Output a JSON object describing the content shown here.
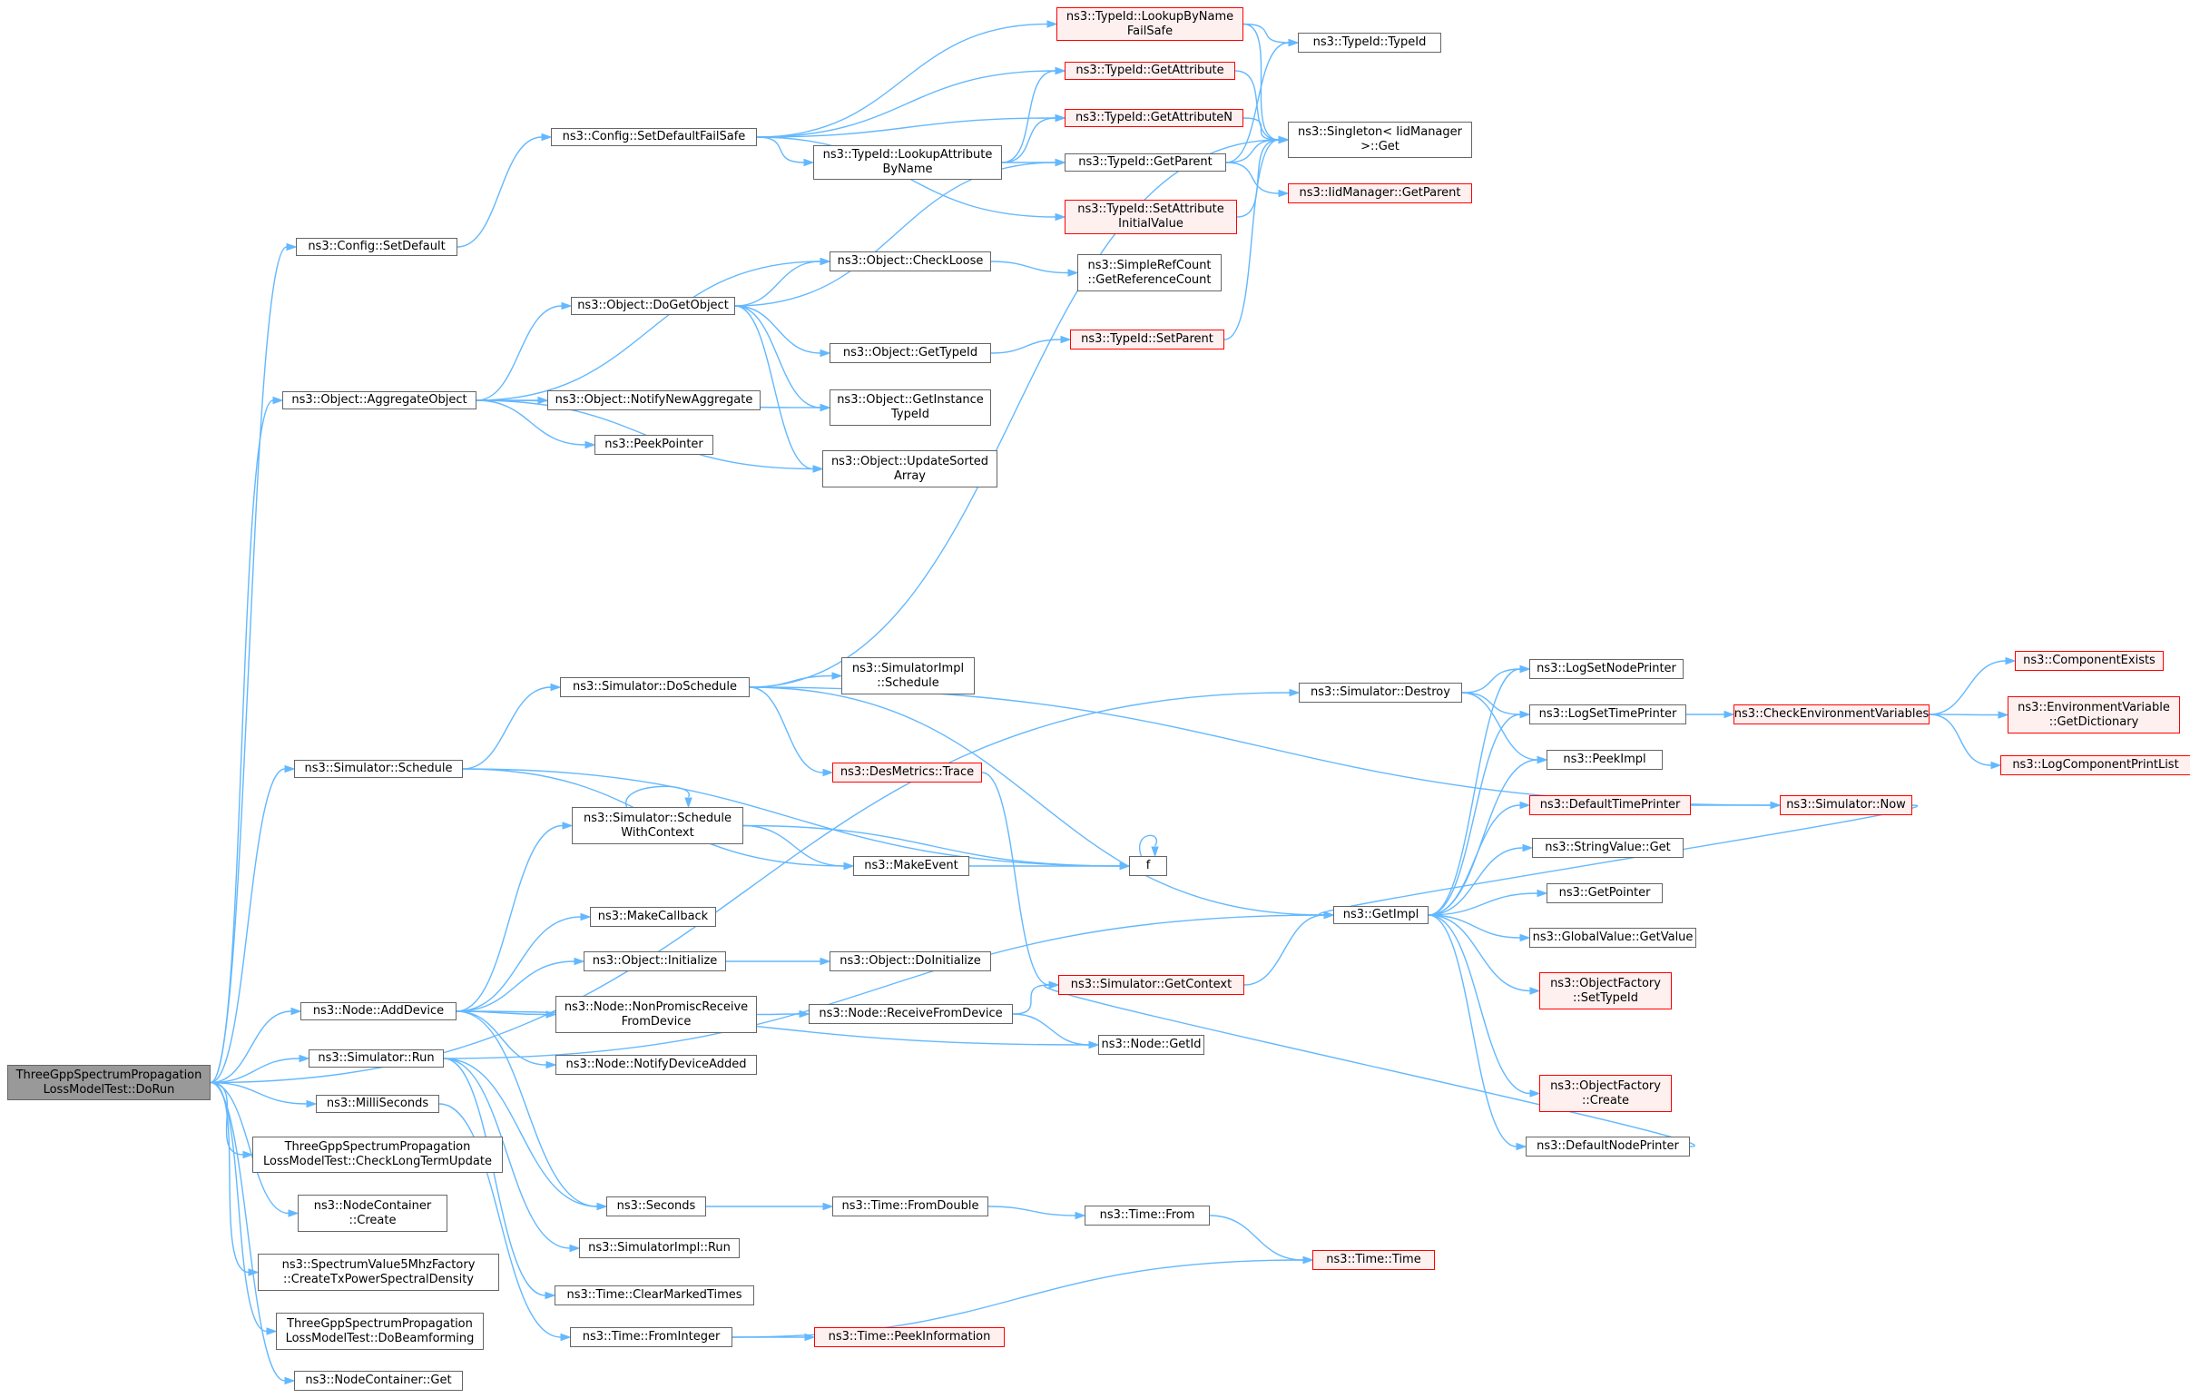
{
  "graph": {
    "edge_color": "#63b8ff",
    "box_border_color": "#666666",
    "red_border_color": "#ff0000",
    "red_fill_color": "#fff0f0",
    "root_fill_color": "#999999",
    "nodes": [
      {
        "id": "dorun",
        "lines": [
          "ThreeGppSpectrumPropagation",
          "LossModelTest::DoRun"
        ],
        "style": "root"
      },
      {
        "id": "cfg_setdefault",
        "lines": [
          "ns3::Config::SetDefault"
        ],
        "style": "normal"
      },
      {
        "id": "cfg_setdefaultfs",
        "lines": [
          "ns3::Config::SetDefaultFailSafe"
        ],
        "style": "normal"
      },
      {
        "id": "tid_lookupbynamefs",
        "lines": [
          "ns3::TypeId::LookupByName",
          "FailSafe"
        ],
        "style": "red"
      },
      {
        "id": "tid_typeid",
        "lines": [
          "ns3::TypeId::TypeId"
        ],
        "style": "normal"
      },
      {
        "id": "tid_getattribute",
        "lines": [
          "ns3::TypeId::GetAttribute"
        ],
        "style": "red"
      },
      {
        "id": "tid_getattributen",
        "lines": [
          "ns3::TypeId::GetAttributeN"
        ],
        "style": "red"
      },
      {
        "id": "singleton_get",
        "lines": [
          "ns3::Singleton< IidManager",
          ">::Get"
        ],
        "style": "normal"
      },
      {
        "id": "tid_lookupattr",
        "lines": [
          "ns3::TypeId::LookupAttribute",
          "ByName"
        ],
        "style": "normal"
      },
      {
        "id": "tid_getparent",
        "lines": [
          "ns3::TypeId::GetParent"
        ],
        "style": "normal"
      },
      {
        "id": "iid_getparent",
        "lines": [
          "ns3::IidManager::GetParent"
        ],
        "style": "red"
      },
      {
        "id": "tid_setattrinit",
        "lines": [
          "ns3::TypeId::SetAttribute",
          "InitialValue"
        ],
        "style": "red"
      },
      {
        "id": "obj_checkloose",
        "lines": [
          "ns3::Object::CheckLoose"
        ],
        "style": "normal"
      },
      {
        "id": "simplerefcount",
        "lines": [
          "ns3::SimpleRefCount",
          "::GetReferenceCount"
        ],
        "style": "normal"
      },
      {
        "id": "obj_dogetobject",
        "lines": [
          "ns3::Object::DoGetObject"
        ],
        "style": "normal"
      },
      {
        "id": "obj_gettypeid",
        "lines": [
          "ns3::Object::GetTypeId"
        ],
        "style": "normal"
      },
      {
        "id": "tid_setparent",
        "lines": [
          "ns3::TypeId::SetParent"
        ],
        "style": "red"
      },
      {
        "id": "obj_aggregate",
        "lines": [
          "ns3::Object::AggregateObject"
        ],
        "style": "normal"
      },
      {
        "id": "obj_notifynewagg",
        "lines": [
          "ns3::Object::NotifyNewAggregate"
        ],
        "style": "normal"
      },
      {
        "id": "obj_getinstance",
        "lines": [
          "ns3::Object::GetInstance",
          "TypeId"
        ],
        "style": "normal"
      },
      {
        "id": "peekpointer",
        "lines": [
          "ns3::PeekPointer"
        ],
        "style": "normal"
      },
      {
        "id": "obj_updatesorted",
        "lines": [
          "ns3::Object::UpdateSorted",
          "Array"
        ],
        "style": "normal"
      },
      {
        "id": "sim_doschedule",
        "lines": [
          "ns3::Simulator::DoSchedule"
        ],
        "style": "normal"
      },
      {
        "id": "simimpl_schedule",
        "lines": [
          "ns3::SimulatorImpl",
          "::Schedule"
        ],
        "style": "normal"
      },
      {
        "id": "sim_destroy",
        "lines": [
          "ns3::Simulator::Destroy"
        ],
        "style": "normal"
      },
      {
        "id": "logsetnodeprinter",
        "lines": [
          "ns3::LogSetNodePrinter"
        ],
        "style": "normal"
      },
      {
        "id": "logsettimeprinter",
        "lines": [
          "ns3::LogSetTimePrinter"
        ],
        "style": "normal"
      },
      {
        "id": "checkenv",
        "lines": [
          "ns3::CheckEnvironmentVariables"
        ],
        "style": "red"
      },
      {
        "id": "componentexists",
        "lines": [
          "ns3::ComponentExists"
        ],
        "style": "red"
      },
      {
        "id": "envvar_getdict",
        "lines": [
          "ns3::EnvironmentVariable",
          "::GetDictionary"
        ],
        "style": "red"
      },
      {
        "id": "logcomponentprintlist",
        "lines": [
          "ns3::LogComponentPrintList"
        ],
        "style": "red"
      },
      {
        "id": "sim_schedule",
        "lines": [
          "ns3::Simulator::Schedule"
        ],
        "style": "normal"
      },
      {
        "id": "desmetrics_trace",
        "lines": [
          "ns3::DesMetrics::Trace"
        ],
        "style": "red"
      },
      {
        "id": "peekimpl",
        "lines": [
          "ns3::PeekImpl"
        ],
        "style": "normal"
      },
      {
        "id": "defaulttimeprinter",
        "lines": [
          "ns3::DefaultTimePrinter"
        ],
        "style": "red"
      },
      {
        "id": "sim_now",
        "lines": [
          "ns3::Simulator::Now"
        ],
        "style": "red"
      },
      {
        "id": "sim_schedwithctx",
        "lines": [
          "ns3::Simulator::Schedule",
          "WithContext"
        ],
        "style": "normal"
      },
      {
        "id": "makeevent",
        "lines": [
          "ns3::MakeEvent"
        ],
        "style": "normal"
      },
      {
        "id": "f",
        "lines": [
          "f"
        ],
        "style": "normal"
      },
      {
        "id": "stringvalue_get",
        "lines": [
          "ns3::StringValue::Get"
        ],
        "style": "normal"
      },
      {
        "id": "getpointer",
        "lines": [
          "ns3::GetPointer"
        ],
        "style": "normal"
      },
      {
        "id": "getimpl",
        "lines": [
          "ns3::GetImpl"
        ],
        "style": "normal"
      },
      {
        "id": "makecallback",
        "lines": [
          "ns3::MakeCallback"
        ],
        "style": "normal"
      },
      {
        "id": "globalvalue_getvalue",
        "lines": [
          "ns3::GlobalValue::GetValue"
        ],
        "style": "normal"
      },
      {
        "id": "obj_initialize",
        "lines": [
          "ns3::Object::Initialize"
        ],
        "style": "normal"
      },
      {
        "id": "obj_doinitialize",
        "lines": [
          "ns3::Object::DoInitialize"
        ],
        "style": "normal"
      },
      {
        "id": "sim_getcontext",
        "lines": [
          "ns3::Simulator::GetContext"
        ],
        "style": "red"
      },
      {
        "id": "objfactory_settypeid",
        "lines": [
          "ns3::ObjectFactory",
          "::SetTypeId"
        ],
        "style": "red"
      },
      {
        "id": "node_adddevice",
        "lines": [
          "ns3::Node::AddDevice"
        ],
        "style": "normal"
      },
      {
        "id": "node_nonpromisc",
        "lines": [
          "ns3::Node::NonPromiscReceive",
          "FromDevice"
        ],
        "style": "normal"
      },
      {
        "id": "node_receivefromdevice",
        "lines": [
          "ns3::Node::ReceiveFromDevice"
        ],
        "style": "normal"
      },
      {
        "id": "sim_run",
        "lines": [
          "ns3::Simulator::Run"
        ],
        "style": "normal"
      },
      {
        "id": "node_getid",
        "lines": [
          "ns3::Node::GetId"
        ],
        "style": "normal"
      },
      {
        "id": "node_notifydeviceadded",
        "lines": [
          "ns3::Node::NotifyDeviceAdded"
        ],
        "style": "normal"
      },
      {
        "id": "milliseconds",
        "lines": [
          "ns3::MilliSeconds"
        ],
        "style": "normal"
      },
      {
        "id": "objfactory_create",
        "lines": [
          "ns3::ObjectFactory",
          "::Create"
        ],
        "style": "red"
      },
      {
        "id": "checklongterm",
        "lines": [
          "ThreeGppSpectrumPropagation",
          "LossModelTest::CheckLongTermUpdate"
        ],
        "style": "normal"
      },
      {
        "id": "defaultnodeprinter",
        "lines": [
          "ns3::DefaultNodePrinter"
        ],
        "style": "normal"
      },
      {
        "id": "nodecontainer_create",
        "lines": [
          "ns3::NodeContainer",
          "::Create"
        ],
        "style": "normal"
      },
      {
        "id": "seconds",
        "lines": [
          "ns3::Seconds"
        ],
        "style": "normal"
      },
      {
        "id": "time_fromdouble",
        "lines": [
          "ns3::Time::FromDouble"
        ],
        "style": "normal"
      },
      {
        "id": "time_from",
        "lines": [
          "ns3::Time::From"
        ],
        "style": "normal"
      },
      {
        "id": "simimpl_run",
        "lines": [
          "ns3::SimulatorImpl::Run"
        ],
        "style": "normal"
      },
      {
        "id": "spectrum5mhz",
        "lines": [
          "ns3::SpectrumValue5MhzFactory",
          "::CreateTxPowerSpectralDensity"
        ],
        "style": "normal"
      },
      {
        "id": "time_time",
        "lines": [
          "ns3::Time::Time"
        ],
        "style": "red"
      },
      {
        "id": "time_clearmarked",
        "lines": [
          "ns3::Time::ClearMarkedTimes"
        ],
        "style": "normal"
      },
      {
        "id": "dobeamforming",
        "lines": [
          "ThreeGppSpectrumPropagation",
          "LossModelTest::DoBeamforming"
        ],
        "style": "normal"
      },
      {
        "id": "time_frominteger",
        "lines": [
          "ns3::Time::FromInteger"
        ],
        "style": "normal"
      },
      {
        "id": "time_peekinfo",
        "lines": [
          "ns3::Time::PeekInformation"
        ],
        "style": "red"
      },
      {
        "id": "nodecontainer_get",
        "lines": [
          "ns3::NodeContainer::Get"
        ],
        "style": "normal"
      }
    ],
    "edges": [
      [
        "dorun",
        "cfg_setdefault"
      ],
      [
        "dorun",
        "obj_aggregate"
      ],
      [
        "dorun",
        "sim_destroy"
      ],
      [
        "dorun",
        "sim_schedule"
      ],
      [
        "dorun",
        "node_adddevice"
      ],
      [
        "dorun",
        "sim_run"
      ],
      [
        "dorun",
        "milliseconds"
      ],
      [
        "dorun",
        "checklongterm"
      ],
      [
        "dorun",
        "nodecontainer_create"
      ],
      [
        "dorun",
        "spectrum5mhz"
      ],
      [
        "dorun",
        "dobeamforming"
      ],
      [
        "dorun",
        "nodecontainer_get"
      ],
      [
        "cfg_setdefault",
        "cfg_setdefaultfs"
      ],
      [
        "cfg_setdefaultfs",
        "tid_lookupbynamefs"
      ],
      [
        "cfg_setdefaultfs",
        "tid_getattribute"
      ],
      [
        "cfg_setdefaultfs",
        "tid_getattributen"
      ],
      [
        "cfg_setdefaultfs",
        "tid_lookupattr"
      ],
      [
        "cfg_setdefaultfs",
        "tid_setattrinit"
      ],
      [
        "tid_lookupbynamefs",
        "tid_typeid"
      ],
      [
        "tid_lookupbynamefs",
        "singleton_get"
      ],
      [
        "tid_getattribute",
        "singleton_get"
      ],
      [
        "tid_getattributen",
        "singleton_get"
      ],
      [
        "tid_lookupattr",
        "tid_getattribute"
      ],
      [
        "tid_lookupattr",
        "tid_getattributen"
      ],
      [
        "tid_lookupattr",
        "tid_getparent"
      ],
      [
        "tid_getparent",
        "singleton_get"
      ],
      [
        "tid_getparent",
        "tid_typeid"
      ],
      [
        "tid_getparent",
        "iid_getparent"
      ],
      [
        "tid_setattrinit",
        "singleton_get"
      ],
      [
        "obj_checkloose",
        "simplerefcount"
      ],
      [
        "obj_dogetobject",
        "obj_checkloose"
      ],
      [
        "obj_dogetobject",
        "obj_gettypeid"
      ],
      [
        "obj_dogetobject",
        "obj_getinstance"
      ],
      [
        "obj_dogetobject",
        "tid_getparent"
      ],
      [
        "obj_dogetobject",
        "obj_updatesorted"
      ],
      [
        "obj_gettypeid",
        "tid_setparent"
      ],
      [
        "tid_setparent",
        "singleton_get"
      ],
      [
        "obj_aggregate",
        "obj_checkloose"
      ],
      [
        "obj_aggregate",
        "obj_dogetobject"
      ],
      [
        "obj_aggregate",
        "obj_getinstance"
      ],
      [
        "obj_aggregate",
        "obj_notifynewagg"
      ],
      [
        "obj_aggregate",
        "peekpointer"
      ],
      [
        "obj_aggregate",
        "obj_updatesorted"
      ],
      [
        "sim_schedule",
        "sim_doschedule"
      ],
      [
        "sim_schedule",
        "makeevent"
      ],
      [
        "sim_schedule",
        "f"
      ],
      [
        "sim_doschedule",
        "simimpl_schedule"
      ],
      [
        "sim_doschedule",
        "desmetrics_trace"
      ],
      [
        "sim_doschedule",
        "getimpl"
      ],
      [
        "sim_doschedule",
        "sim_now"
      ],
      [
        "sim_doschedule",
        "singleton_get"
      ],
      [
        "desmetrics_trace",
        "sim_getcontext"
      ],
      [
        "sim_destroy",
        "logsetnodeprinter"
      ],
      [
        "sim_destroy",
        "logsettimeprinter"
      ],
      [
        "sim_destroy",
        "peekimpl"
      ],
      [
        "logsettimeprinter",
        "checkenv"
      ],
      [
        "checkenv",
        "componentexists"
      ],
      [
        "checkenv",
        "envvar_getdict"
      ],
      [
        "checkenv",
        "logcomponentprintlist"
      ],
      [
        "defaulttimeprinter",
        "sim_now"
      ],
      [
        "sim_now",
        "getimpl"
      ],
      [
        "sim_schedwithctx",
        "sim_schedwithctx"
      ],
      [
        "sim_schedwithctx",
        "makeevent"
      ],
      [
        "sim_schedwithctx",
        "f"
      ],
      [
        "makeevent",
        "f"
      ],
      [
        "f",
        "f"
      ],
      [
        "getimpl",
        "logsetnodeprinter"
      ],
      [
        "getimpl",
        "logsettimeprinter"
      ],
      [
        "getimpl",
        "peekimpl"
      ],
      [
        "getimpl",
        "defaulttimeprinter"
      ],
      [
        "getimpl",
        "stringvalue_get"
      ],
      [
        "getimpl",
        "getpointer"
      ],
      [
        "getimpl",
        "globalvalue_getvalue"
      ],
      [
        "getimpl",
        "objfactory_settypeid"
      ],
      [
        "getimpl",
        "objfactory_create"
      ],
      [
        "getimpl",
        "defaultnodeprinter"
      ],
      [
        "obj_initialize",
        "obj_doinitialize"
      ],
      [
        "sim_getcontext",
        "getimpl"
      ],
      [
        "defaultnodeprinter",
        "sim_getcontext"
      ],
      [
        "node_adddevice",
        "sim_schedwithctx"
      ],
      [
        "node_adddevice",
        "makecallback"
      ],
      [
        "node_adddevice",
        "obj_initialize"
      ],
      [
        "node_adddevice",
        "node_nonpromisc"
      ],
      [
        "node_adddevice",
        "node_notifydeviceadded"
      ],
      [
        "node_adddevice",
        "node_getid"
      ],
      [
        "node_adddevice",
        "seconds"
      ],
      [
        "node_nonpromisc",
        "node_receivefromdevice"
      ],
      [
        "node_receivefromdevice",
        "sim_getcontext"
      ],
      [
        "node_receivefromdevice",
        "node_getid"
      ],
      [
        "sim_run",
        "getimpl"
      ],
      [
        "sim_run",
        "simimpl_run"
      ],
      [
        "sim_run",
        "time_clearmarked"
      ],
      [
        "sim_run",
        "seconds"
      ],
      [
        "milliseconds",
        "time_frominteger"
      ],
      [
        "seconds",
        "time_fromdouble"
      ],
      [
        "time_fromdouble",
        "time_from"
      ],
      [
        "time_from",
        "time_time"
      ],
      [
        "time_frominteger",
        "time_peekinfo"
      ],
      [
        "time_frominteger",
        "time_time"
      ]
    ]
  }
}
